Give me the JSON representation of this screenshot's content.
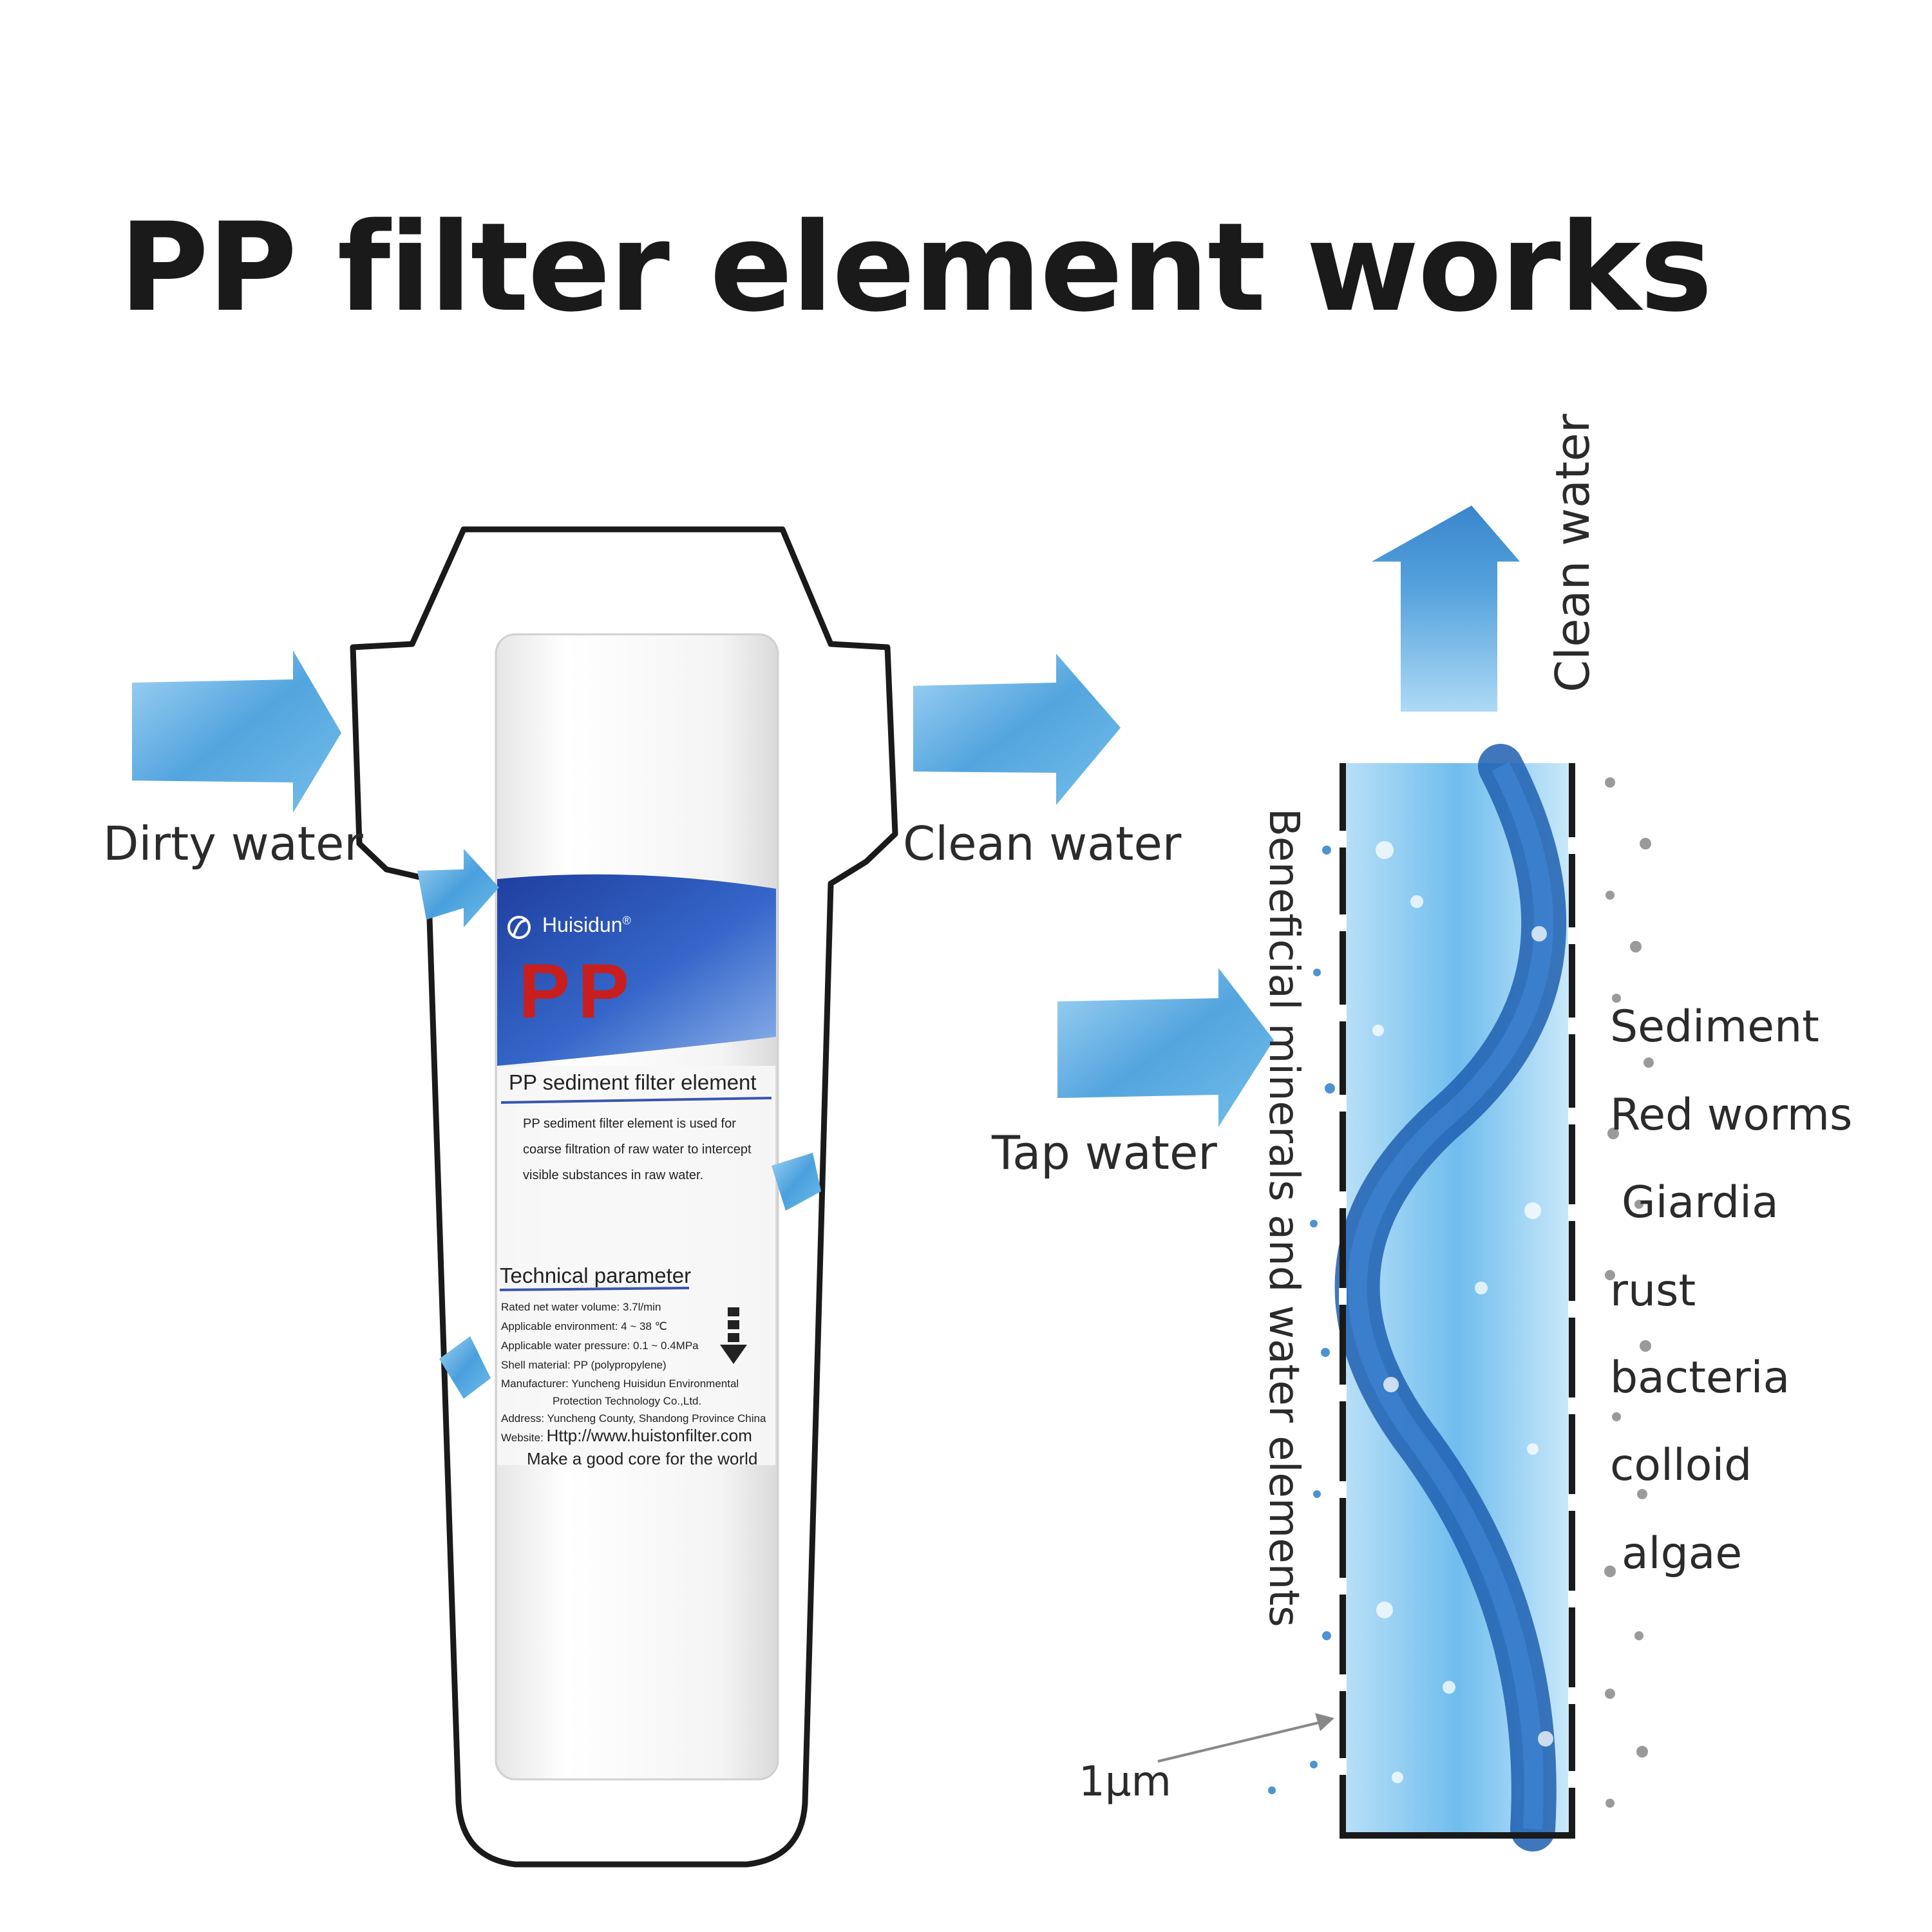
{
  "title": "PP filter element works",
  "left_diagram": {
    "inlet_label": "Dirty water",
    "outlet_label": "Clean water",
    "cartridge": {
      "brand": "Huisidun",
      "brand_mark": "®",
      "big_letters": "PP",
      "product_name": "PP sediment  filter element",
      "description_lines": [
        "PP sediment filter element is used for",
        "coarse filtration of raw water to intercept",
        "visible substances in raw water."
      ],
      "tech_heading": "Technical parameter",
      "tech_lines": [
        "Rated net water volume: 3.7l/min",
        "Applicable environment: 4 ~ 38 ℃",
        "Applicable water pressure: 0.1 ~ 0.4MPa",
        "Shell material: PP (polypropylene)"
      ],
      "manufacturer_lines": [
        "Manufacturer: Yuncheng Huisidun Environmental",
        "Protection Technology Co.,Ltd.",
        "Address:  Yuncheng County,  Shandong Province China",
        "Website:"
      ],
      "website": "Http://www.huistonfilter.com",
      "slogan": "Make a good core for the world"
    }
  },
  "right_diagram": {
    "top_label": "Clean water",
    "inlet_label": "Tap water",
    "vertical_note": "Beneficial minerals and water elements",
    "pore_label": "1μm",
    "contaminants": [
      "Sediment",
      "Red worms",
      "Giardia",
      "rust",
      "bacteria",
      "colloid",
      "algae"
    ]
  },
  "colors": {
    "water_blue": "#3d8fd6",
    "deep_blue": "#1f5fb0",
    "outline": "#1a1a1a",
    "label_band": "#2b4fb5",
    "pp_red": "#c81e1e"
  }
}
